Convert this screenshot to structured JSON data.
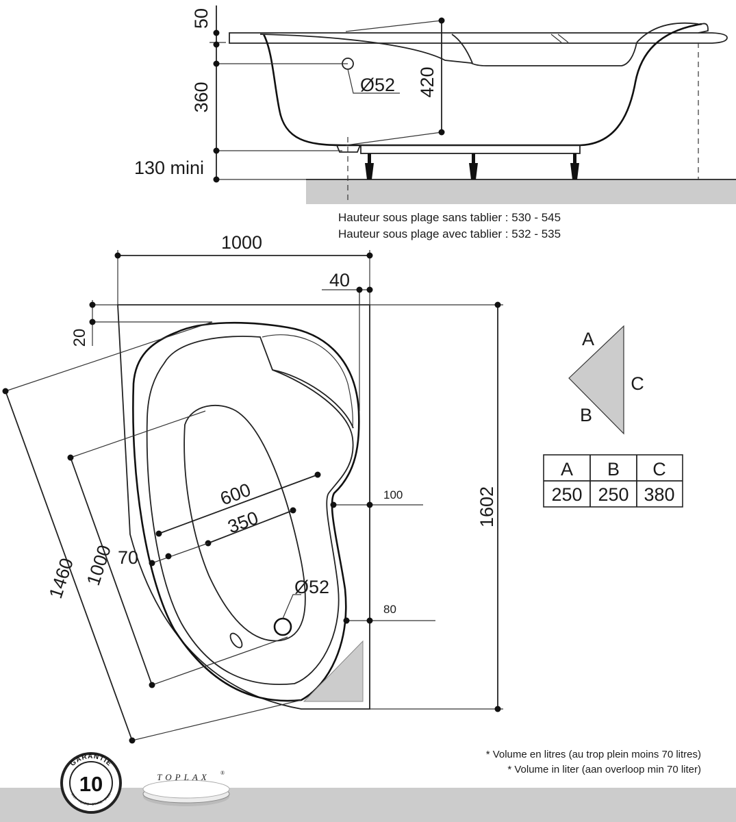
{
  "elevation": {
    "dims": {
      "rim": "50",
      "depth": "360",
      "inner_depth": "420",
      "overflow": "Ø52",
      "feet": "130 mini"
    },
    "notes": [
      "Hauteur sous plage sans tablier : 530 - 545",
      "Hauteur sous plage avec tablier : 532 - 535"
    ]
  },
  "plan": {
    "dims": {
      "width": "1000",
      "gap": "40",
      "top_offset": "20",
      "diagonal": "1460",
      "inner_length": "1000",
      "outer_width": "600",
      "inner_width": "350",
      "edge": "70",
      "overflow": "Ø52",
      "upper_offset": "100",
      "lower_offset": "80",
      "height": "1602"
    }
  },
  "legend": {
    "labels": {
      "a": "A",
      "b": "B",
      "c": "C"
    },
    "table": {
      "headers": [
        "A",
        "B",
        "C"
      ],
      "values": [
        "250",
        "250",
        "380"
      ]
    }
  },
  "footnotes": [
    "* Volume en litres (au trop plein moins 70 litres)",
    "* Volume in liter (aan overloop min 70 liter)"
  ],
  "warranty_badge": {
    "label": "GARANTIE",
    "years": "10",
    "ring": "ANS • YEARS • JAHRE • JAAR"
  },
  "brand": {
    "name": "TOPLAX",
    "mark": "®"
  }
}
